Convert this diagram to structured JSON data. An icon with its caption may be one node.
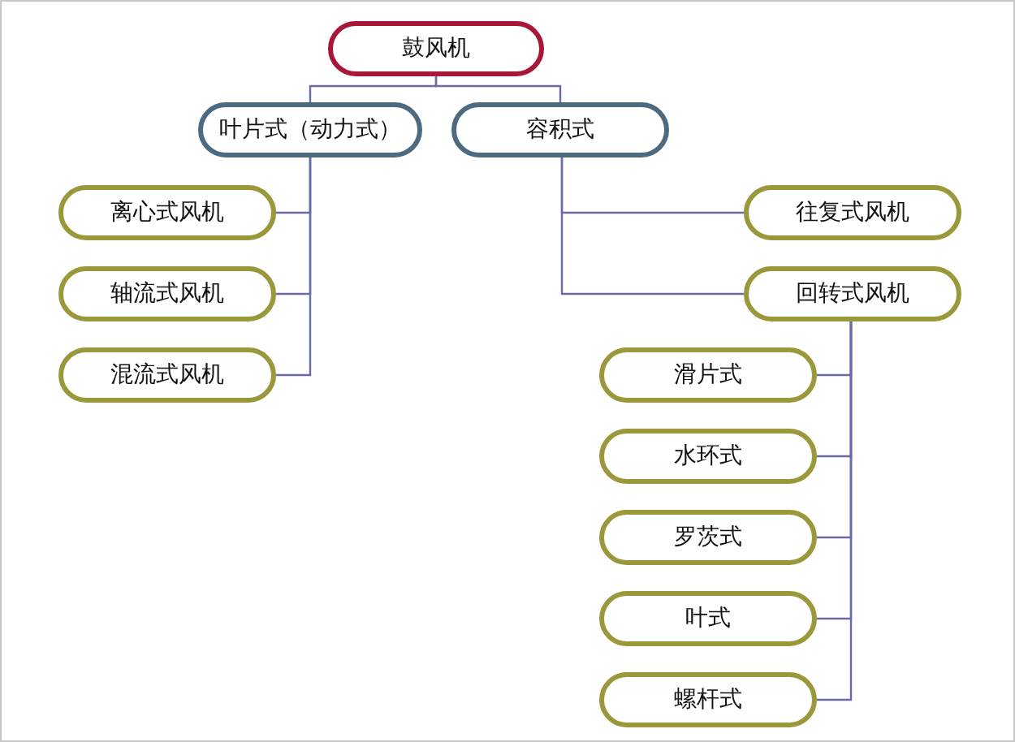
{
  "diagram": {
    "nodes": [
      {
        "text": [
          "鼓风机"
        ]
      },
      {
        "text": [
          "叶片式（动力式）"
        ]
      },
      {
        "text": [
          "容积式"
        ]
      },
      {
        "text": [
          "离心式风机"
        ]
      },
      {
        "text": [
          "轴流式风机"
        ]
      },
      {
        "text": [
          "混流式风机"
        ]
      },
      {
        "text": [
          "往复式风机"
        ]
      },
      {
        "text": [
          "回转式风机"
        ]
      },
      {
        "text": [
          "滑片式"
        ]
      },
      {
        "text": [
          "水环式"
        ]
      },
      {
        "text": [
          "罗茨式"
        ]
      },
      {
        "text": [
          "叶式"
        ]
      },
      {
        "text": [
          "螺杆式"
        ]
      }
    ],
    "edges": [
      {
        "from": 0,
        "to": 1,
        "arrow": "none"
      },
      {
        "from": 0,
        "to": 2,
        "arrow": "none"
      },
      {
        "from": 1,
        "to": 3,
        "arrow": "none"
      },
      {
        "from": 1,
        "to": 4,
        "arrow": "none"
      },
      {
        "from": 1,
        "to": 5,
        "arrow": "none"
      },
      {
        "from": 2,
        "to": 6,
        "arrow": "none"
      },
      {
        "from": 2,
        "to": 7,
        "arrow": "none"
      },
      {
        "from": 7,
        "to": 8,
        "arrow": "none"
      },
      {
        "from": 7,
        "to": 9,
        "arrow": "none"
      },
      {
        "from": 7,
        "to": 10,
        "arrow": "none"
      },
      {
        "from": 7,
        "to": 11,
        "arrow": "none"
      },
      {
        "from": 7,
        "to": 12,
        "arrow": "none"
      }
    ]
  }
}
